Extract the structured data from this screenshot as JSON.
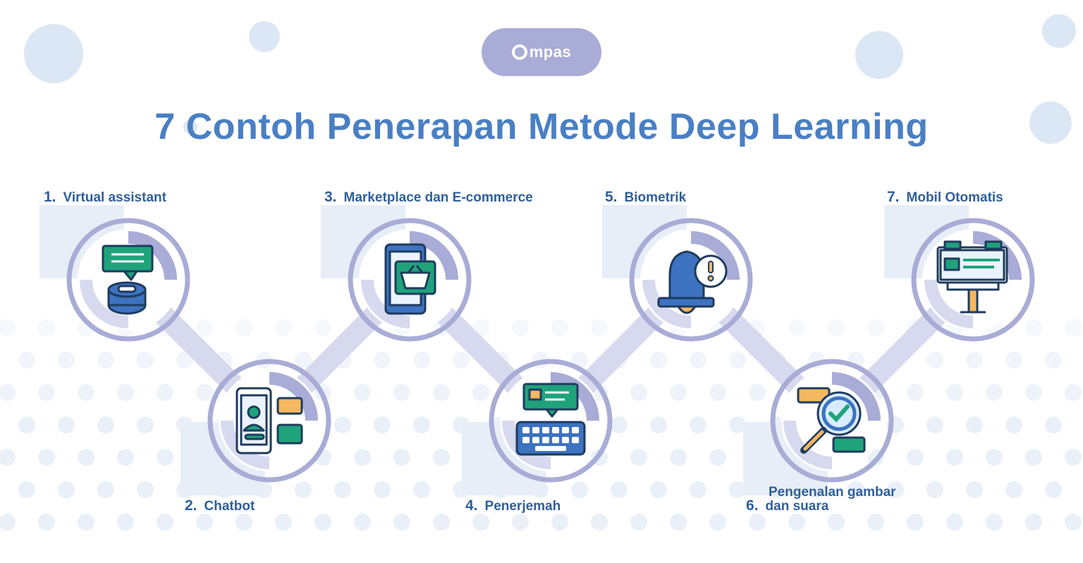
{
  "logo": {
    "text": "mpas"
  },
  "title": "7 Contoh Penerapan Metode Deep Learning",
  "steps": [
    {
      "number": "1.",
      "label": "Virtual assistant",
      "icon": "robot-assistant-icon"
    },
    {
      "number": "2.",
      "label": "Chatbot",
      "icon": "phone-chat-icon"
    },
    {
      "number": "3.",
      "label": "Marketplace dan E-commerce",
      "icon": "phone-basket-icon"
    },
    {
      "number": "4.",
      "label": "Penerjemah",
      "icon": "keyboard-translate-icon"
    },
    {
      "number": "5.",
      "label": "Biometrik",
      "icon": "bell-alert-icon"
    },
    {
      "number": "6.",
      "label_line1": "Pengenalan gambar",
      "label_line2": "dan suara",
      "icon": "magnifier-check-icon"
    },
    {
      "number": "7.",
      "label": "Mobil Otomatis",
      "icon": "billboard-icon"
    }
  ],
  "colors": {
    "title": "#4a7fc4",
    "label": "#2f5f9c",
    "ring": "#a9acd6",
    "ring_light": "#d7d9ee",
    "square": "#e8eef7",
    "dots": "#e9f0f8",
    "icon_green": "#1fa37b",
    "icon_blue": "#3d73c0",
    "icon_dark": "#1e3b5e",
    "icon_orange": "#f4b860"
  }
}
